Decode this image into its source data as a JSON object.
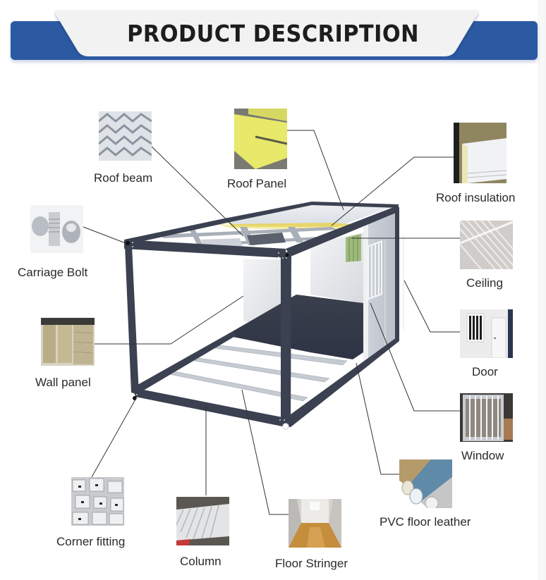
{
  "header": {
    "title": "PRODUCT DESCRIPTION",
    "accent_color": "#2b5aa3"
  },
  "diagram": {
    "subject": "flat-pack container house frame",
    "frame_color": "#3b4150",
    "components": [
      {
        "id": "roof-beam",
        "label": "Roof beam",
        "icon": "roof-beam-photo"
      },
      {
        "id": "roof-panel",
        "label": "Roof Panel",
        "icon": "roof-panel-photo"
      },
      {
        "id": "roof-insulation",
        "label": "Roof insulation",
        "icon": "roof-insulation-photo"
      },
      {
        "id": "carriage-bolt",
        "label": "Carriage Bolt",
        "icon": "carriage-bolt-photo"
      },
      {
        "id": "ceiling",
        "label": "Ceiling",
        "icon": "ceiling-photo"
      },
      {
        "id": "wall-panel",
        "label": "Wall panel",
        "icon": "wall-panel-photo"
      },
      {
        "id": "door",
        "label": "Door",
        "icon": "door-photo"
      },
      {
        "id": "window",
        "label": "Window",
        "icon": "window-photo"
      },
      {
        "id": "pvc-floor-leather",
        "label": "PVC floor leather",
        "icon": "pvc-floor-leather-photo"
      },
      {
        "id": "corner-fitting",
        "label": "Corner fitting",
        "icon": "corner-fitting-photo"
      },
      {
        "id": "column",
        "label": "Column",
        "icon": "column-photo"
      },
      {
        "id": "floor-stringer",
        "label": "Floor Stringer",
        "icon": "floor-stringer-photo"
      }
    ]
  }
}
